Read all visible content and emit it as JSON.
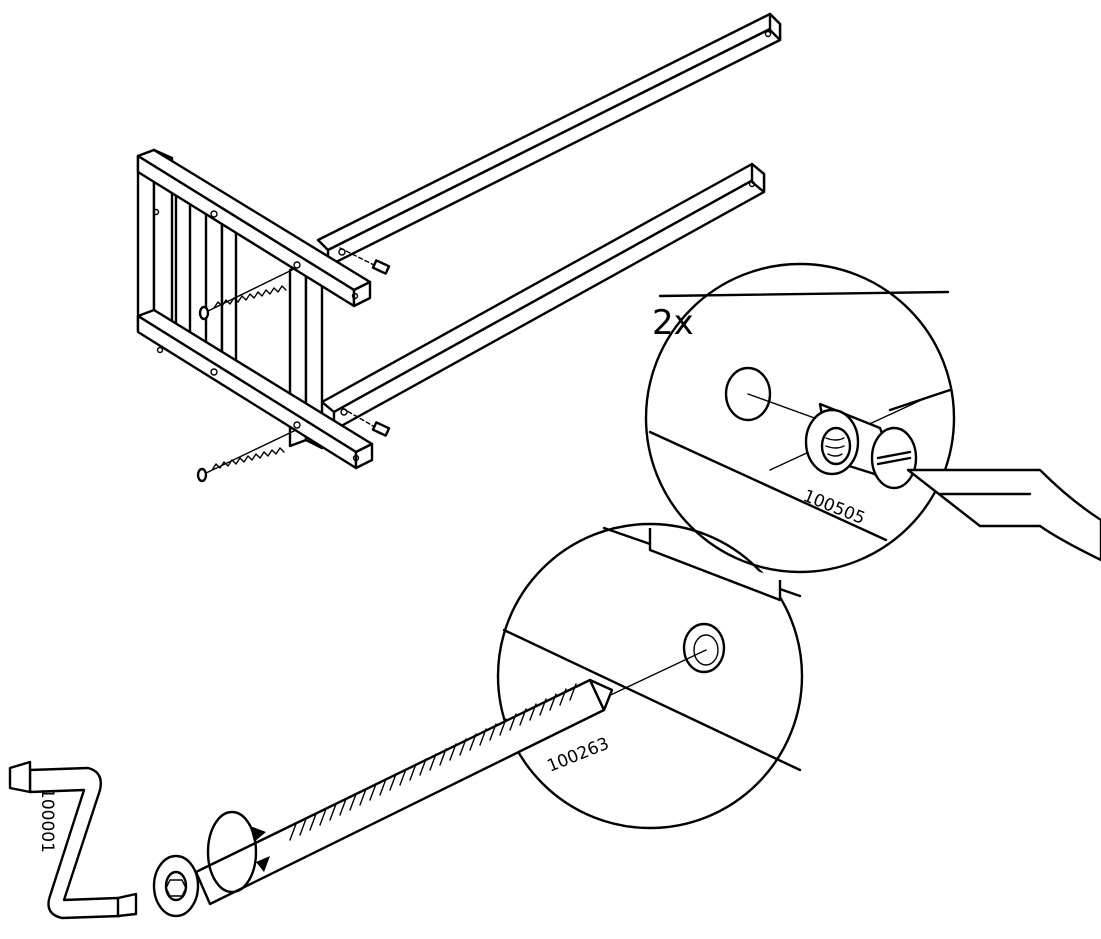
{
  "quantity_label": "2x",
  "part_numbers": {
    "barrel_nut": "100505",
    "bolt": "100263",
    "allen_key": "100001"
  },
  "icons": [
    "frame-assembly-icon",
    "barrel-nut-icon",
    "flat-screwdriver-icon",
    "bolt-icon",
    "allen-key-icon",
    "rotate-arrow-icon"
  ],
  "colors": {
    "line": "#000000",
    "background": "#ffffff"
  }
}
